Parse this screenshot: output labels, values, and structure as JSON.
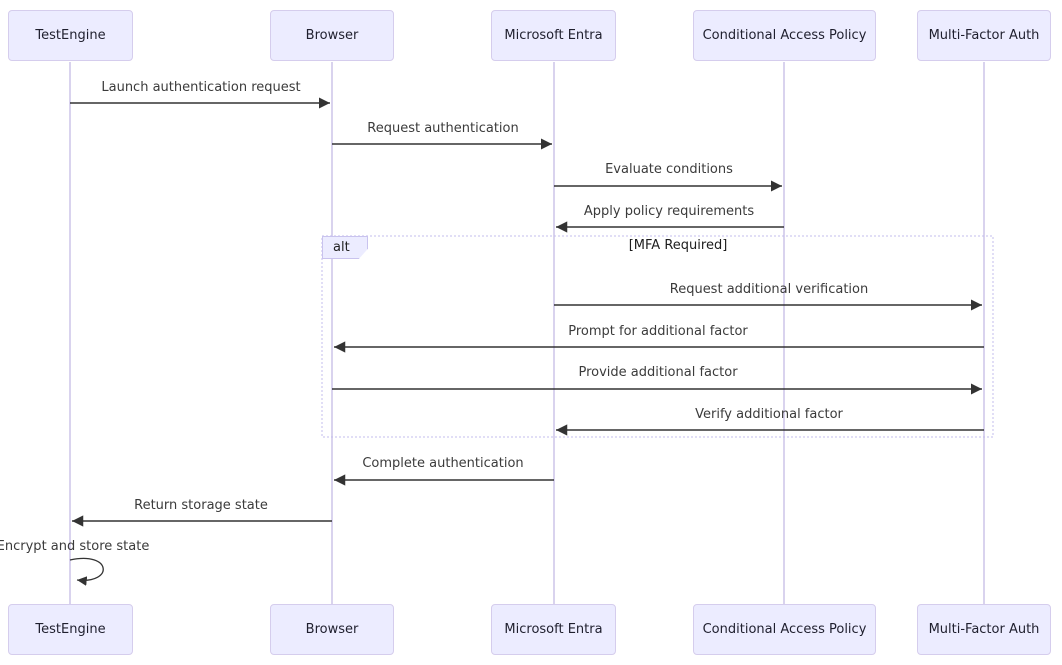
{
  "diagram": {
    "type": "sequence-diagram",
    "participants": [
      {
        "id": "testengine",
        "name": "TestEngine"
      },
      {
        "id": "browser",
        "name": "Browser"
      },
      {
        "id": "microsoft-entra",
        "name": "Microsoft Entra"
      },
      {
        "id": "conditional-access-policy",
        "name": "Conditional Access Policy"
      },
      {
        "id": "multi-factor-auth",
        "name": "Multi-Factor Auth"
      }
    ],
    "messages": [
      {
        "label": "Launch authentication request",
        "from": "TestEngine",
        "to": "Browser",
        "style": "solid-arrow"
      },
      {
        "label": "Request authentication",
        "from": "Browser",
        "to": "Microsoft Entra",
        "style": "solid-arrow"
      },
      {
        "label": "Evaluate conditions",
        "from": "Microsoft Entra",
        "to": "Conditional Access Policy",
        "style": "solid-arrow"
      },
      {
        "label": "Apply policy requirements",
        "from": "Conditional Access Policy",
        "to": "Microsoft Entra",
        "style": "solid-arrow"
      },
      {
        "label": "Request additional verification",
        "from": "Microsoft Entra",
        "to": "Multi-Factor Auth",
        "style": "solid-arrow"
      },
      {
        "label": "Prompt for additional factor",
        "from": "Multi-Factor Auth",
        "to": "Browser",
        "style": "solid-arrow"
      },
      {
        "label": "Provide additional factor",
        "from": "Browser",
        "to": "Multi-Factor Auth",
        "style": "solid-arrow"
      },
      {
        "label": "Verify additional factor",
        "from": "Multi-Factor Auth",
        "to": "Microsoft Entra",
        "style": "solid-arrow"
      },
      {
        "label": "Complete authentication",
        "from": "Microsoft Entra",
        "to": "Browser",
        "style": "solid-arrow"
      },
      {
        "label": "Return storage state",
        "from": "Browser",
        "to": "TestEngine",
        "style": "solid-arrow"
      },
      {
        "label": "Encrypt and store state",
        "from": "TestEngine",
        "to": "TestEngine",
        "style": "self-loop"
      }
    ],
    "alt_frame": {
      "label": "alt",
      "condition": "[MFA Required]",
      "contains": [
        "Request additional verification",
        "Prompt for additional factor",
        "Provide additional factor",
        "Verify additional factor"
      ]
    },
    "colors": {
      "actor_fill": "#ECECFF",
      "actor_border": "#D5CDED",
      "lifeline": "#D9D3EE",
      "arrow": "#333333",
      "text": "#3b3b3b",
      "frame_border": "#C3BCEC",
      "background": "#ffffff"
    }
  }
}
